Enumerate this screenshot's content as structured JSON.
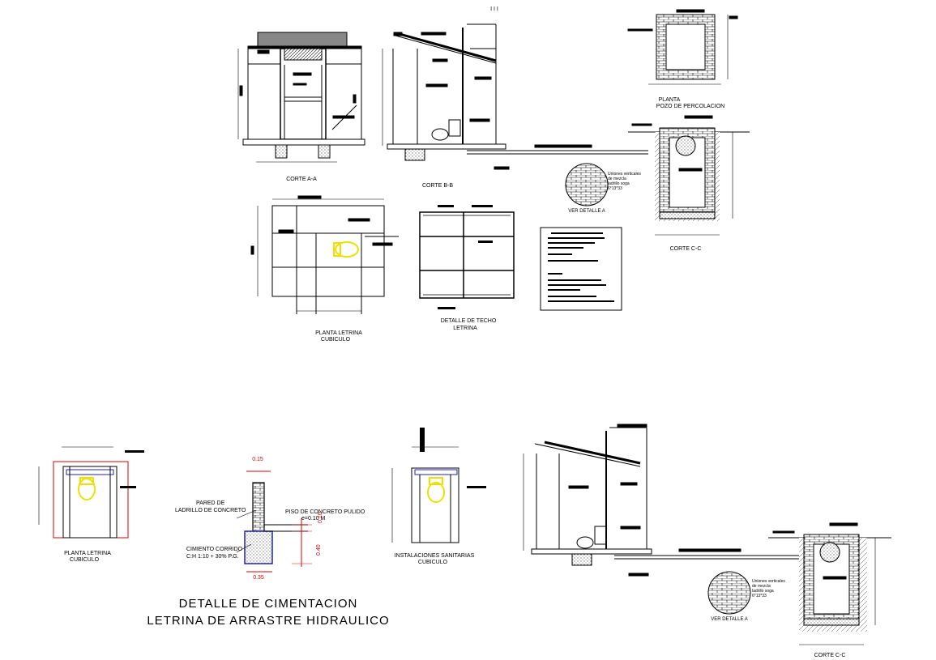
{
  "sheet_labels": {
    "page_mark": "I I I",
    "corte_aa": "CORTE A-A",
    "corte_bb": "CORTE B-B",
    "planta_pozo_1": "PLANTA",
    "planta_pozo_2": "POZO DE PERCOLACION",
    "corte_cc_top": "CORTE C-C",
    "ver_detalle_top": "VER DETALLE  A",
    "uniones_top": [
      "Uniones verticales",
      "de mezcla",
      "ladrillo soga",
      "6*13*33"
    ],
    "planta_letrina_1": "PLANTA LETRINA",
    "planta_letrina_2": "CUBICULO",
    "techo_1": "DETALLE DE TECHO",
    "techo_2": "LETRINA",
    "planta_letrina_small_1": "PLANTA LETRINA",
    "planta_letrina_small_2": "CUBICULO",
    "pared_1": "PARED DE",
    "pared_2": "LADRILLO DE CONCRETO",
    "piso_1": "PISO DE CONCRETO PULIDO",
    "piso_2": "e=0.10 M",
    "cimiento_1": "CIMIENTO CORRIDO",
    "cimiento_2": "C:H 1:10 + 30% P.G.",
    "dim_015": "0.15",
    "dim_010": "0.10",
    "dim_040": "0.40",
    "dim_035": "0.35",
    "inst_1": "INSTALACIONES SANITARIAS",
    "inst_2": "CUBICULO",
    "ver_detalle_bottom": "VER DETALLE  A",
    "uniones_bottom": [
      "Uniones verticales",
      "de mezcla",
      "ladrillo soga",
      "6*13*33"
    ],
    "corte_cc_bottom": "CORTE C-C"
  },
  "main_title": {
    "line1": "DETALLE DE CIMENTACION",
    "line2": "LETRINA DE ARRASTRE HIDRAULICO"
  },
  "colors": {
    "line": "#000000",
    "dimension_red": "#e00000",
    "fixture_yellow": "#f0e000",
    "plan_blue": "#2020c0",
    "hatch": "#555555"
  }
}
